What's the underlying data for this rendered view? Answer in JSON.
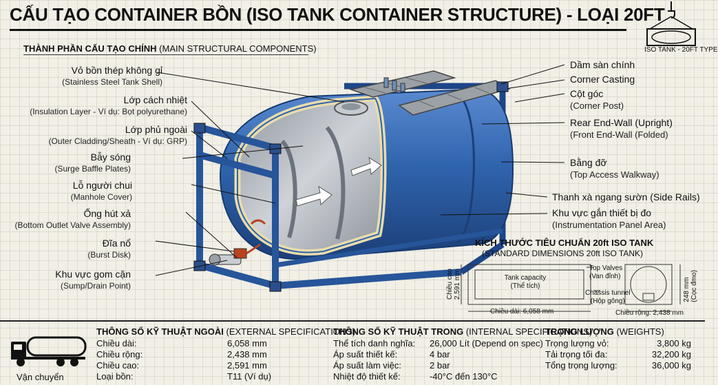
{
  "title": "CẤU TẠO CONTAINER BỒN (ISO TANK CONTAINER STRUCTURE) - LOẠI 20FT",
  "corner_badge": "ISO TANK - 20FT TYPE",
  "section_heading": {
    "bold": "THÀNH PHẦN CẤU TẠO CHÍNH",
    "normal": " (MAIN STRUCTURAL COMPONENTS)"
  },
  "left_labels": [
    {
      "vi": "Vỏ bồn thép không gỉ",
      "en": "(Stainless Steel Tank Shell)"
    },
    {
      "vi": "Lớp cách nhiệt",
      "en": "(Insulation Layer - Ví dụ: Bọt polyurethane)"
    },
    {
      "vi": "Lớp phủ ngoài",
      "en": "(Outer Cladding/Sheath - Ví dụ: GRP)"
    },
    {
      "vi": "Bẫy sóng",
      "en": "(Surge Baffle Plates)"
    },
    {
      "vi": "Lỗ người chui",
      "en": "(Manhole Cover)"
    },
    {
      "vi": "Ống hút xả",
      "en": "(Bottom Outlet Valve Assembly)"
    },
    {
      "vi": "Đĩa nổ",
      "en": "(Burst Disk)"
    },
    {
      "vi": "Khu vực gom cặn",
      "en": "(Sump/Drain Point)"
    }
  ],
  "right_labels": [
    {
      "vi": "Dầm sàn chính",
      "en": ""
    },
    {
      "vi": "Corner Casting",
      "en": ""
    },
    {
      "vi": "Cột góc",
      "en": "(Corner Post)"
    },
    {
      "vi": "Rear End-Wall (Upright)",
      "en": "(Front End-Wall (Folded)"
    },
    {
      "vi": "Bằng đỡ",
      "en": "(Top Access Walkway)"
    },
    {
      "vi": "Thanh xà ngang sườn (Side Rails)",
      "en": ""
    },
    {
      "vi": "Khu vực gắn thiết bị đo",
      "en": "(Instrumentation Panel Area)"
    }
  ],
  "dimensions": {
    "heading": "KÍCH THƯỚC TIÊU CHUẨN 20ft ISO TANK",
    "subheading": "(STANDARD DIMENSIONS 20ft ISO TANK)",
    "height_label": "Chiều cao",
    "height_value": "2,591 mm",
    "capacity_label": "Tank capacity",
    "capacity_vi": "(Thể tích)",
    "length_label": "Chiều dài: 6,058 mm",
    "top_valves": "Top Valves",
    "top_valves_vi": "(Van đỉnh)",
    "chassis": "Chassis tunnel",
    "chassis_vi": "(Hộp gông)",
    "width_label": "Chiều rộng: 2,438 mm",
    "side_value": "248 mm",
    "side_vi": "(Cọc đmo)"
  },
  "transport_label": "Vận chuyển",
  "external": {
    "heading_bold": "THÔNG SỐ KỸ THUẬT NGOÀI",
    "heading_normal": " (EXTERNAL SPECIFICATIONS)",
    "rows": [
      {
        "k": "Chiều dài:",
        "v": "6,058 mm"
      },
      {
        "k": "Chiều rộng:",
        "v": "2,438 mm"
      },
      {
        "k": "Chiều cao:",
        "v": "2,591 mm"
      },
      {
        "k": "Loại bồn:",
        "v": "T11 (Ví dụ)"
      }
    ]
  },
  "internal": {
    "heading_bold": "THÔNG SỐ KỸ THUẬT TRONG",
    "heading_normal": " (INTERNAL SPECIFICATIONS)",
    "rows": [
      {
        "k": "Thể tích danh nghĩa:",
        "v": "26,000 Lít (Depend on spec)"
      },
      {
        "k": "Áp suất thiết kế:",
        "v": "4 bar"
      },
      {
        "k": "Áp suất làm việc:",
        "v": "2 bar"
      },
      {
        "k": "Nhiệt độ thiết kế:",
        "v": "-40°C đến 130°C"
      }
    ]
  },
  "weights": {
    "heading_bold": "TRỌNG LƯỢNG",
    "heading_normal": " (WEIGHTS)",
    "rows": [
      {
        "k": "Trọng lượng vỏ:",
        "v": "3,800 kg"
      },
      {
        "k": "Tải trọng tối đa:",
        "v": "32,200 kg"
      },
      {
        "k": "Tổng trọng lượng:",
        "v": "36,000 kg"
      }
    ]
  },
  "colors": {
    "tank_blue": "#2f64ad",
    "frame_blue": "#27559a",
    "insulation": "#e9dcaa",
    "interior": "#b8bdc4",
    "rust": "#b8431f"
  }
}
